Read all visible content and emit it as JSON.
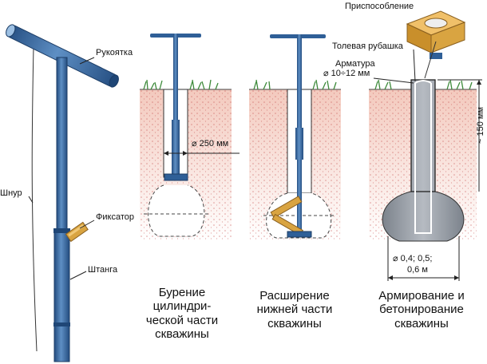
{
  "labels": {
    "handle": "Рукоятка",
    "cord": "Шнур",
    "fixator": "Фиксатор",
    "rod": "Штанга",
    "device": "Приспособление",
    "tar_jacket": "Толевая рубашка",
    "rebar": "Арматура",
    "rebar_dia": "⌀ 10÷12 мм",
    "bore_dia": "⌀ 250 мм",
    "depth": "~ 150 мм",
    "base_dia_1": "⌀ 0,4; 0,5;",
    "base_dia_2": "0,6 м"
  },
  "captions": [
    {
      "lines": [
        "Бурение",
        "цилиндри-",
        "ческой части",
        "скважины"
      ]
    },
    {
      "lines": [
        "Расширение",
        "нижней части",
        "скважины"
      ]
    },
    {
      "lines": [
        "Армирование и",
        "бетонирование",
        "скважины"
      ]
    }
  ],
  "colors": {
    "rod_blue": "#2f5f97",
    "rod_light": "#6f9ccb",
    "soil": "#f4cfc6",
    "concrete": "#9aa0a8",
    "wood": "#d9a441",
    "grass": "#3d8a3a"
  }
}
